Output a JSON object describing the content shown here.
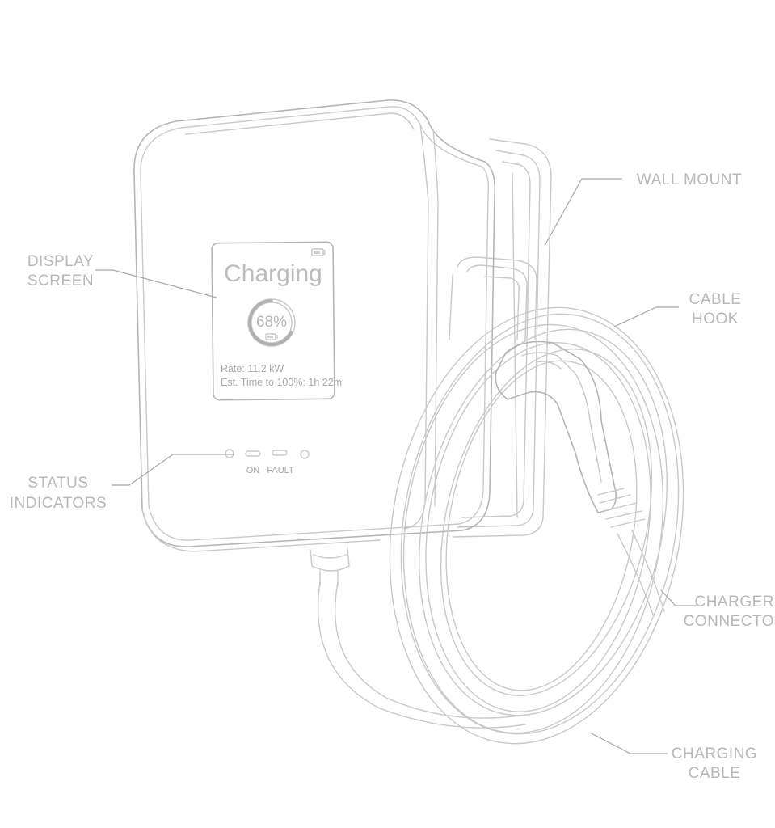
{
  "screen": {
    "title": "Charging",
    "percent": "68%",
    "charge_level": 0.68,
    "rate": "Rate: 11.2 kW",
    "est_time": "Est. Time to 100%: 1h 22m"
  },
  "indicators": {
    "on_label": "ON",
    "fault_label": "FAULT"
  },
  "callouts": {
    "display_screen": [
      "DISPLAY",
      "SCREEN"
    ],
    "status_indicators": [
      "STATUS",
      "INDICATORS"
    ],
    "wall_mount": [
      "WALL MOUNT"
    ],
    "cable_hook": [
      "CABLE",
      "HOOK"
    ],
    "charger_connector": [
      "CHARGER",
      "CONNECTO"
    ],
    "charging_cable": [
      "CHARGING",
      "CABLE"
    ]
  },
  "colors": {
    "line": "#c9c9c9",
    "text": "#b8b8b8",
    "background": "#ffffff"
  }
}
